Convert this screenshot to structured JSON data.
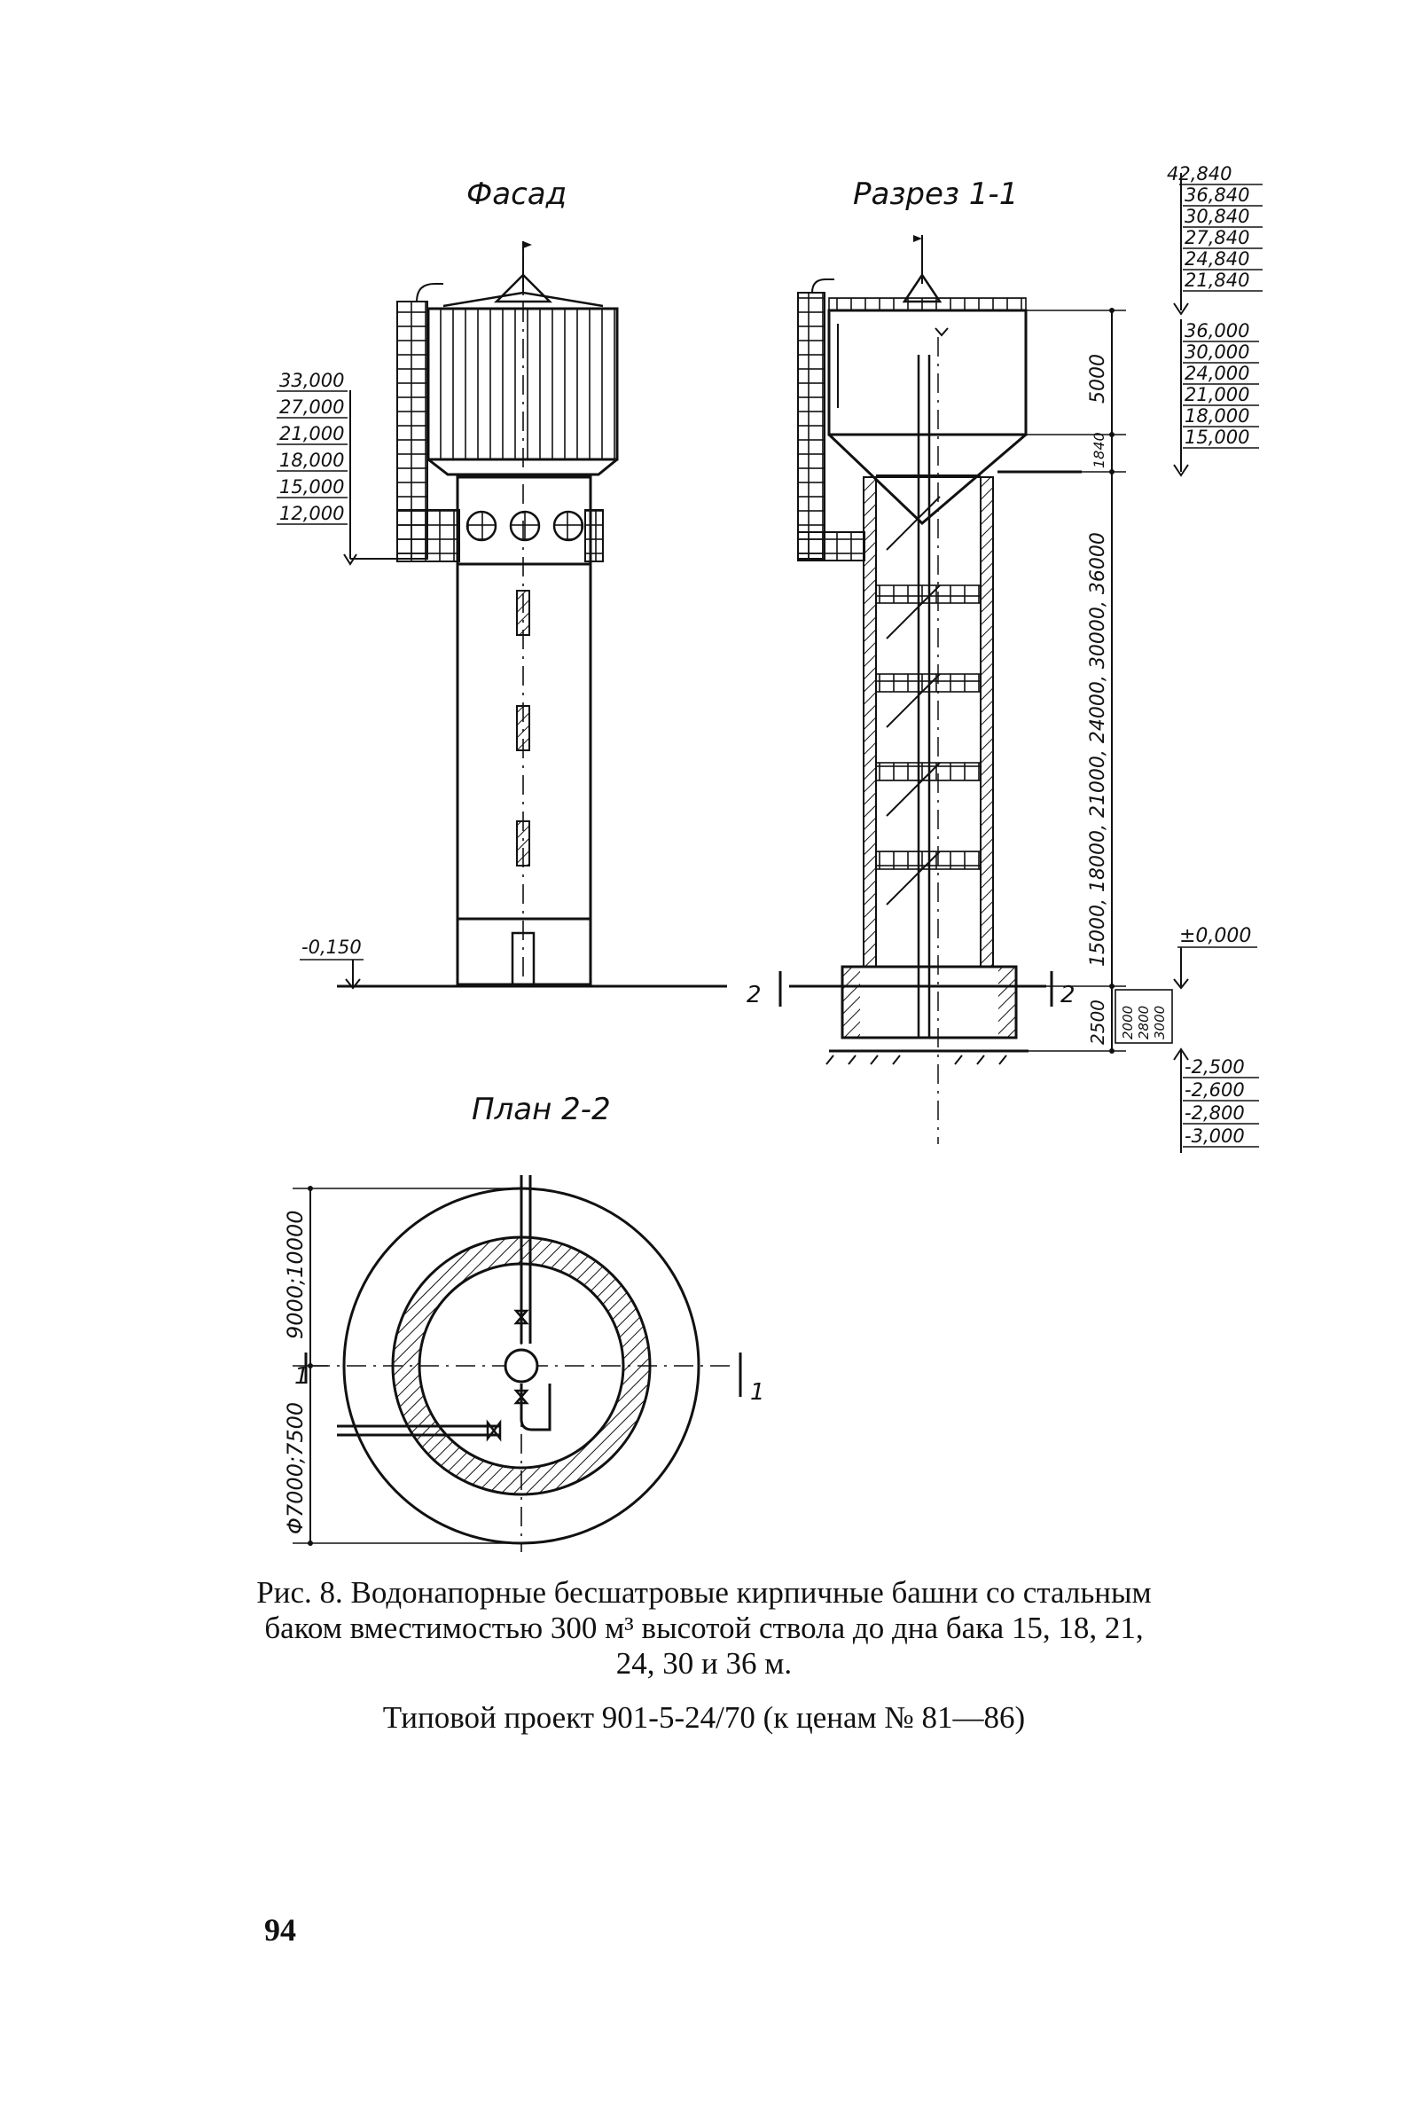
{
  "views": {
    "facade_title": "Фасад",
    "section_title": "Разрез 1-1",
    "plan_title": "План 2-2"
  },
  "facade": {
    "elevations": [
      "33,000",
      "27,000",
      "21,000",
      "18,000",
      "15,000",
      "12,000"
    ],
    "ground": "-0,150"
  },
  "section": {
    "top_elevations": [
      "42,840",
      "36,840",
      "30,840",
      "27,840",
      "24,840",
      "21,840"
    ],
    "tank_elevations": [
      "36,000",
      "30,000",
      "24,000",
      "21,000",
      "18,000",
      "15,000"
    ],
    "zero_mark": "±0,000",
    "bottom_elevations": [
      "-2,500",
      "-2,600",
      "-2,800",
      "-3,000"
    ],
    "dim_tank": "5000",
    "dim_cone": "1840",
    "dim_shaft": "15000, 18000, 21000, 24000, 30000, 36000",
    "dim_foundation": "2500",
    "dim_foundation_alt": "2800",
    "dim_foundation_alt2": "3000",
    "dim_foundation_alt0": "2000",
    "cut_mark": "2"
  },
  "plan": {
    "dim_upper": "9000;10000",
    "dim_lower": "Φ7000;7500",
    "cut_mark": "1"
  },
  "caption": {
    "line1": "Рис. 8. Водонапорные бесшатровые кирпичные башни со стальным",
    "line2": "баком вместимостью 300 м³ высотой ствола до дна бака 15, 18, 21,",
    "line3": "24, 30 и 36 м.",
    "project": "Типовой проект 901-5-24/70 (к ценам № 81—86)"
  },
  "page_number": "94"
}
